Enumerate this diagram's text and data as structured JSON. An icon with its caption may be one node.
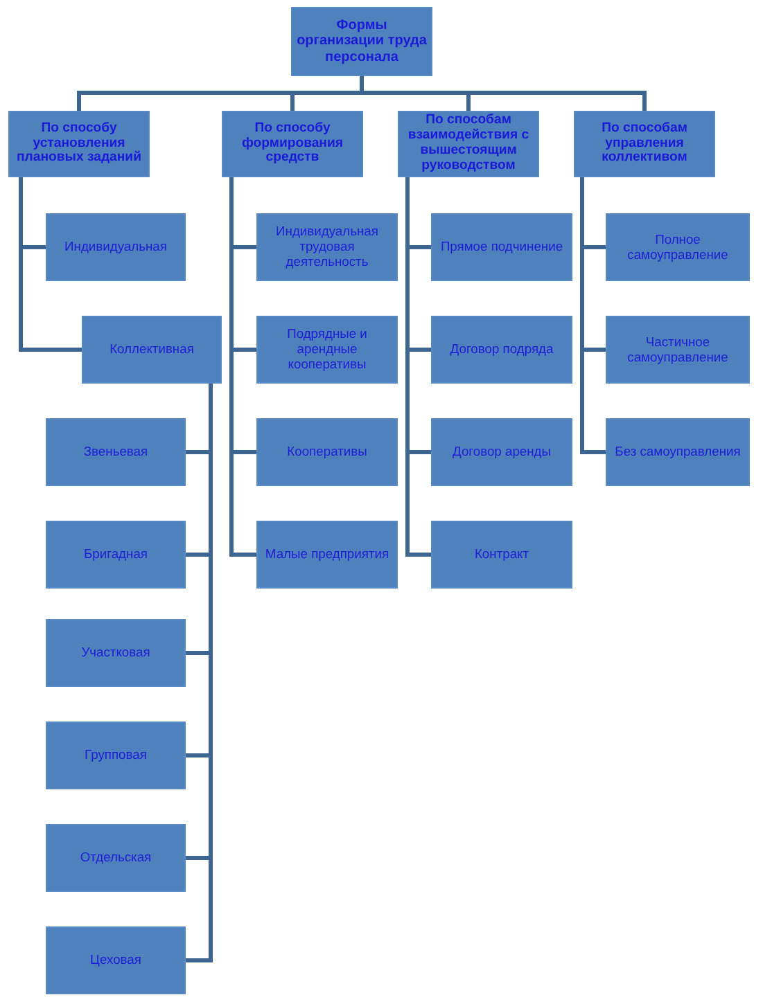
{
  "diagram": {
    "nodes": [
      {
        "text": [
          "Формы организации труда персонала"
        ]
      },
      {
        "text": [
          "По способу установления плановых заданий"
        ]
      },
      {
        "text": [
          "По способу формирования средств"
        ]
      },
      {
        "text": [
          "По способам взаимодействия с вышестоящим руководством"
        ]
      },
      {
        "text": [
          "По способам управления коллективом"
        ]
      },
      {
        "text": [
          "Индивидуальная"
        ]
      },
      {
        "text": [
          "Коллективная"
        ]
      },
      {
        "text": [
          "Звеньевая"
        ]
      },
      {
        "text": [
          "Бригадная"
        ]
      },
      {
        "text": [
          "Участковая"
        ]
      },
      {
        "text": [
          "Групповая"
        ]
      },
      {
        "text": [
          "Отдельская"
        ]
      },
      {
        "text": [
          "Цеховая"
        ]
      },
      {
        "text": [
          "Индивидуальная трудовая деятельность"
        ]
      },
      {
        "text": [
          "Подрядные и арендные кооперативы"
        ]
      },
      {
        "text": [
          "Кооперативы"
        ]
      },
      {
        "text": [
          "Малые предприятия"
        ]
      },
      {
        "text": [
          "Прямое подчинение"
        ]
      },
      {
        "text": [
          "Договор подряда"
        ]
      },
      {
        "text": [
          "Договор аренды"
        ]
      },
      {
        "text": [
          "Контракт"
        ]
      },
      {
        "text": [
          "Полное самоуправление"
        ]
      },
      {
        "text": [
          "Частичное самоуправление"
        ]
      },
      {
        "text": [
          "Без самоуправления"
        ]
      }
    ],
    "edges": [
      {
        "from": 0,
        "to": 1,
        "arrow": "none"
      },
      {
        "from": 0,
        "to": 2,
        "arrow": "none"
      },
      {
        "from": 0,
        "to": 3,
        "arrow": "none"
      },
      {
        "from": 0,
        "to": 4,
        "arrow": "none"
      },
      {
        "from": 1,
        "to": 5,
        "arrow": "none"
      },
      {
        "from": 1,
        "to": 6,
        "arrow": "none"
      },
      {
        "from": 6,
        "to": 7,
        "arrow": "none"
      },
      {
        "from": 6,
        "to": 8,
        "arrow": "none"
      },
      {
        "from": 6,
        "to": 9,
        "arrow": "none"
      },
      {
        "from": 6,
        "to": 10,
        "arrow": "none"
      },
      {
        "from": 6,
        "to": 11,
        "arrow": "none"
      },
      {
        "from": 6,
        "to": 12,
        "arrow": "none"
      },
      {
        "from": 2,
        "to": 13,
        "arrow": "none"
      },
      {
        "from": 2,
        "to": 14,
        "arrow": "none"
      },
      {
        "from": 2,
        "to": 15,
        "arrow": "none"
      },
      {
        "from": 2,
        "to": 16,
        "arrow": "none"
      },
      {
        "from": 3,
        "to": 17,
        "arrow": "none"
      },
      {
        "from": 3,
        "to": 18,
        "arrow": "none"
      },
      {
        "from": 3,
        "to": 19,
        "arrow": "none"
      },
      {
        "from": 3,
        "to": 20,
        "arrow": "none"
      },
      {
        "from": 4,
        "to": 21,
        "arrow": "none"
      },
      {
        "from": 4,
        "to": 22,
        "arrow": "none"
      },
      {
        "from": 4,
        "to": 23,
        "arrow": "none"
      }
    ]
  }
}
